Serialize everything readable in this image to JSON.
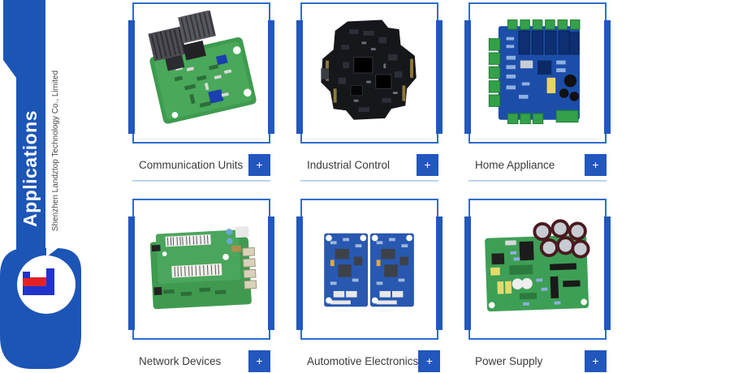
{
  "banner": {
    "title": "Applications",
    "company": "Shenzhen Landztop Technology Co., Limited"
  },
  "ui": {
    "plus": "+"
  },
  "colors": {
    "banner_blue": "#1d55b6",
    "frame_border": "#2f6ccf",
    "side_bar": "#2257bd",
    "button_blue": "#2257bd",
    "divider": "#bad3f2",
    "logo_red": "#e02227",
    "logo_blue": "#2033cc"
  },
  "cards": [
    {
      "label": "Communication Units"
    },
    {
      "label": "Industrial Control"
    },
    {
      "label": "Home Appliance"
    },
    {
      "label": "Network Devices"
    },
    {
      "label": "Automotive Electronics"
    },
    {
      "label": "Power Supply"
    }
  ]
}
